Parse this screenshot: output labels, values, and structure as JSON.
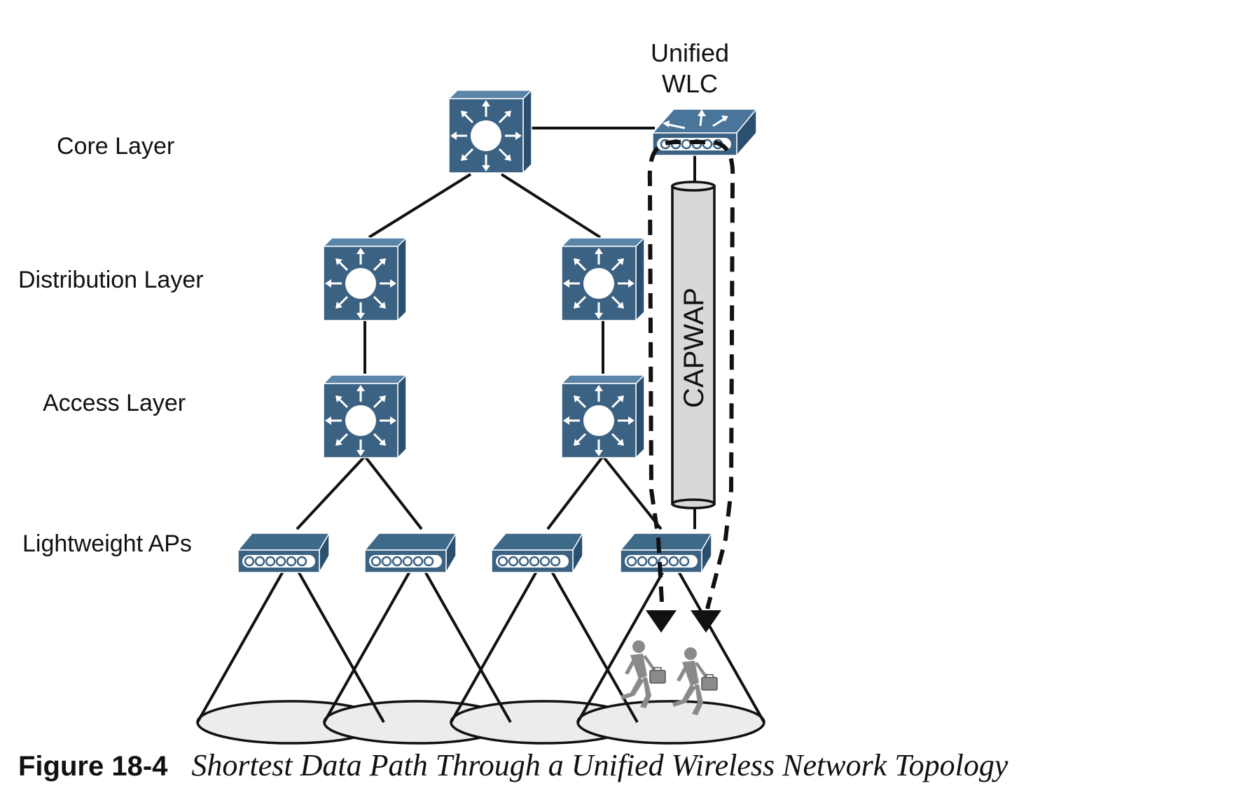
{
  "labels": {
    "core": "Core Layer",
    "distribution": "Distribution Layer",
    "access": "Access Layer",
    "aps": "Lightweight APs",
    "wlc_line1": "Unified",
    "wlc_line2": "WLC",
    "tunnel": "CAPWAP"
  },
  "caption": {
    "number": "Figure 18-4",
    "title": "Shortest Data Path Through a Unified Wireless Network Topology"
  },
  "icons": {
    "switch": "multilayer-switch-icon",
    "ap": "lightweight-ap-icon",
    "wlc": "wireless-lan-controller-icon",
    "user": "walking-user-icon"
  },
  "colors": {
    "device": "#3b6283",
    "device_top": "#5a84a8",
    "device_side": "#2b4f6e",
    "tunnel": "#d8d8d8",
    "coverage": "#ececec",
    "user": "#8a8a8a"
  }
}
